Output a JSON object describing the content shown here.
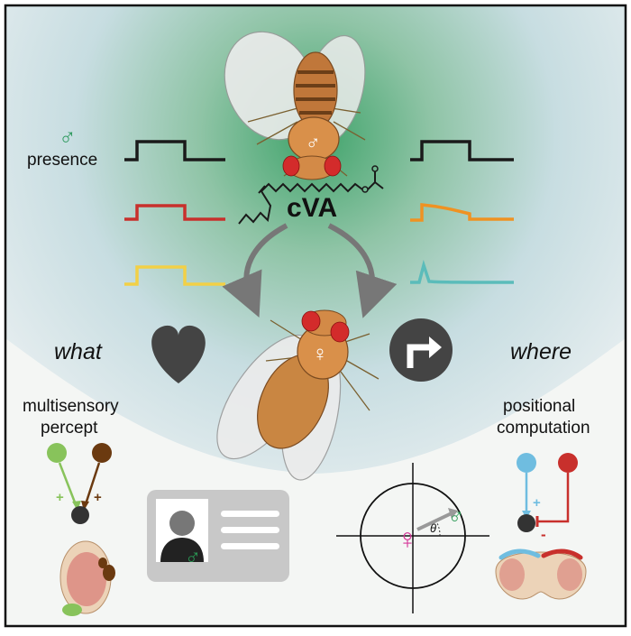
{
  "colors": {
    "green": "#2f9a5f",
    "black": "#1a1a1a",
    "red": "#c8302c",
    "yellow": "#f2d046",
    "orange": "#ef9222",
    "teal": "#5bbcba",
    "dark_gray": "#444444",
    "female_magenta": "#d63a9a",
    "male_green": "#2a9a55",
    "blue": "#6fbde0",
    "brown": "#6b3a10",
    "light_green": "#88c35b",
    "body_orange": "#d9904a"
  },
  "labels": {
    "presence": "presence",
    "molecule": "cVA",
    "what": "what",
    "where": "where",
    "multisensory": "multisensory",
    "percept": "percept",
    "positional": "positional",
    "computation": "computation",
    "plus": "+",
    "minus": "-",
    "theta": "θ"
  },
  "icons": {
    "male_symbol": "♂",
    "female_symbol": "♀",
    "heart": "heart-icon",
    "turn_arrow": "turn-right-icon",
    "id_card": "id-card-icon"
  }
}
